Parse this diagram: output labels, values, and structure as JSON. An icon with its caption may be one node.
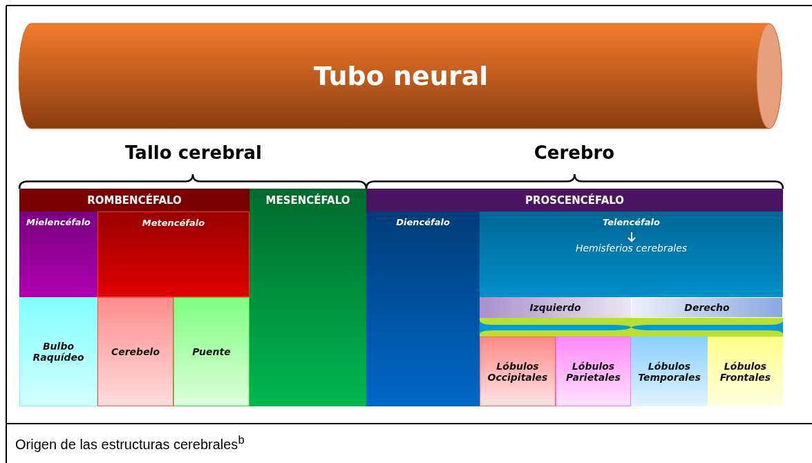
{
  "diagram": {
    "caption": "Origen de las estructuras cerebrales$^{b}$",
    "nodes": [
      {
        "text": [
          "Tubo neural"
        ]
      },
      {
        "text": [
          "ROMBENCÉFALO"
        ]
      },
      {
        "text": [
          "MESENCÉFALO"
        ]
      },
      {
        "text": [
          "PROSCENCÉFALO"
        ]
      },
      {
        "text": [
          "Mielencéfalo"
        ]
      },
      {
        "text": [
          "Metencéfalo"
        ]
      },
      {
        "text": [
          "Diencéfalo"
        ]
      },
      {
        "text": [
          "Telencéfalo",
          "Hemisferios cerebrales"
        ]
      },
      {
        "text": [
          "Izquierdo"
        ],
        "in": 7
      },
      {
        "text": [
          "Derecho"
        ],
        "in": 7
      },
      {
        "text": [
          "Bulbo Raquídeo"
        ]
      },
      {
        "text": [
          "Cerebelo"
        ]
      },
      {
        "text": [
          "Puente"
        ]
      },
      {
        "text": [
          "Lóbulos Occipitales"
        ],
        "in": 7
      },
      {
        "text": [
          "Lóbulos Parietales"
        ],
        "in": 7
      },
      {
        "text": [
          "Lóbulos Temporales"
        ],
        "in": 7
      },
      {
        "text": [
          "Lóbulos Frontales"
        ],
        "in": 7
      }
    ],
    "labels": [
      "Tallo cerebral",
      "Cerebro"
    ]
  }
}
